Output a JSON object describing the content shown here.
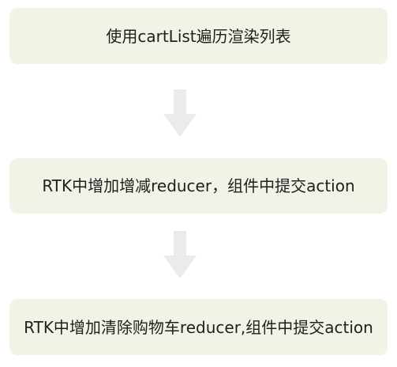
{
  "flow": {
    "steps": [
      {
        "text": "使用cartList遍历渲染列表"
      },
      {
        "text": "RTK中增加增减reducer，组件中提交action"
      },
      {
        "text": "RTK中增加清除购物车reducer,组件中提交action"
      }
    ],
    "colors": {
      "box_fill": "#f1f3e6",
      "arrow_fill": "#ebebeb",
      "text": "#1f1f1f"
    }
  }
}
